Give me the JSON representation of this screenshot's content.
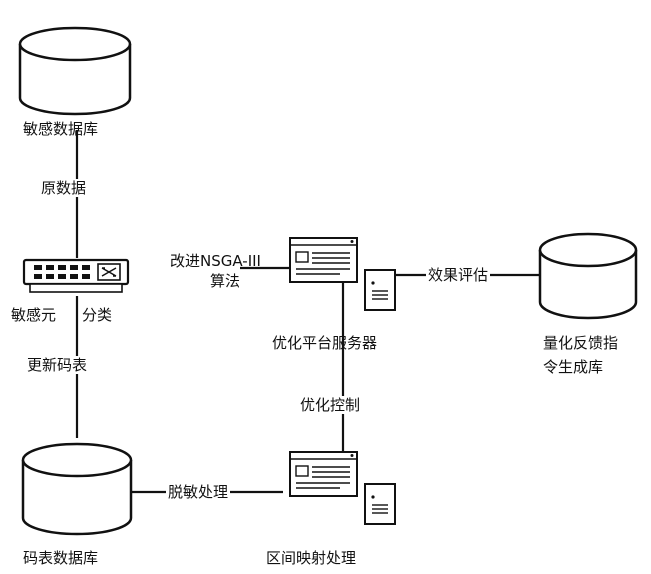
{
  "nodes": {
    "sensitive_db": "敏感数据库",
    "sensitive_classify_a": "敏感元",
    "sensitive_classify_b": "分类",
    "codebook_db": "码表数据库",
    "nsga_line1": "改进NSGA-III",
    "nsga_line2": "算法",
    "optim_server": "优化平台服务器",
    "feedback_db_line1": "量化反馈指",
    "feedback_db_line2": "令生成库",
    "interval_mapping": "区间映射处理"
  },
  "edges": {
    "raw_data": "原数据",
    "update_codebook": "更新码表",
    "optim_control": "优化控制",
    "effect_eval": "效果评估",
    "desensitize": "脱敏处理"
  }
}
